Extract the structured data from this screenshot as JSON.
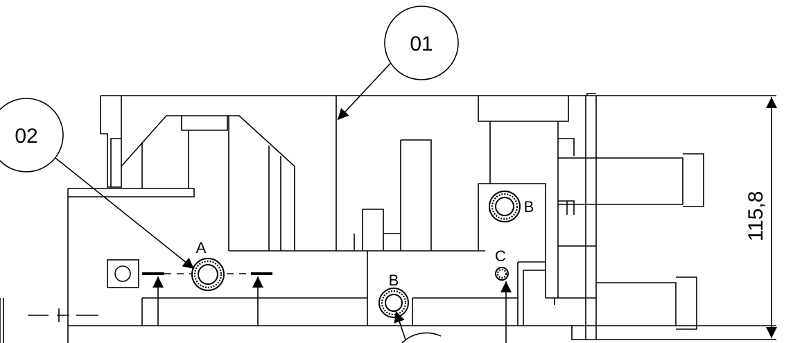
{
  "balloons": [
    {
      "id": "01"
    },
    {
      "id": "02"
    }
  ],
  "bearings": [
    {
      "label": "A"
    },
    {
      "label": "B"
    },
    {
      "label": "B"
    },
    {
      "label": "C"
    }
  ],
  "dimension": {
    "value": "115,8"
  }
}
